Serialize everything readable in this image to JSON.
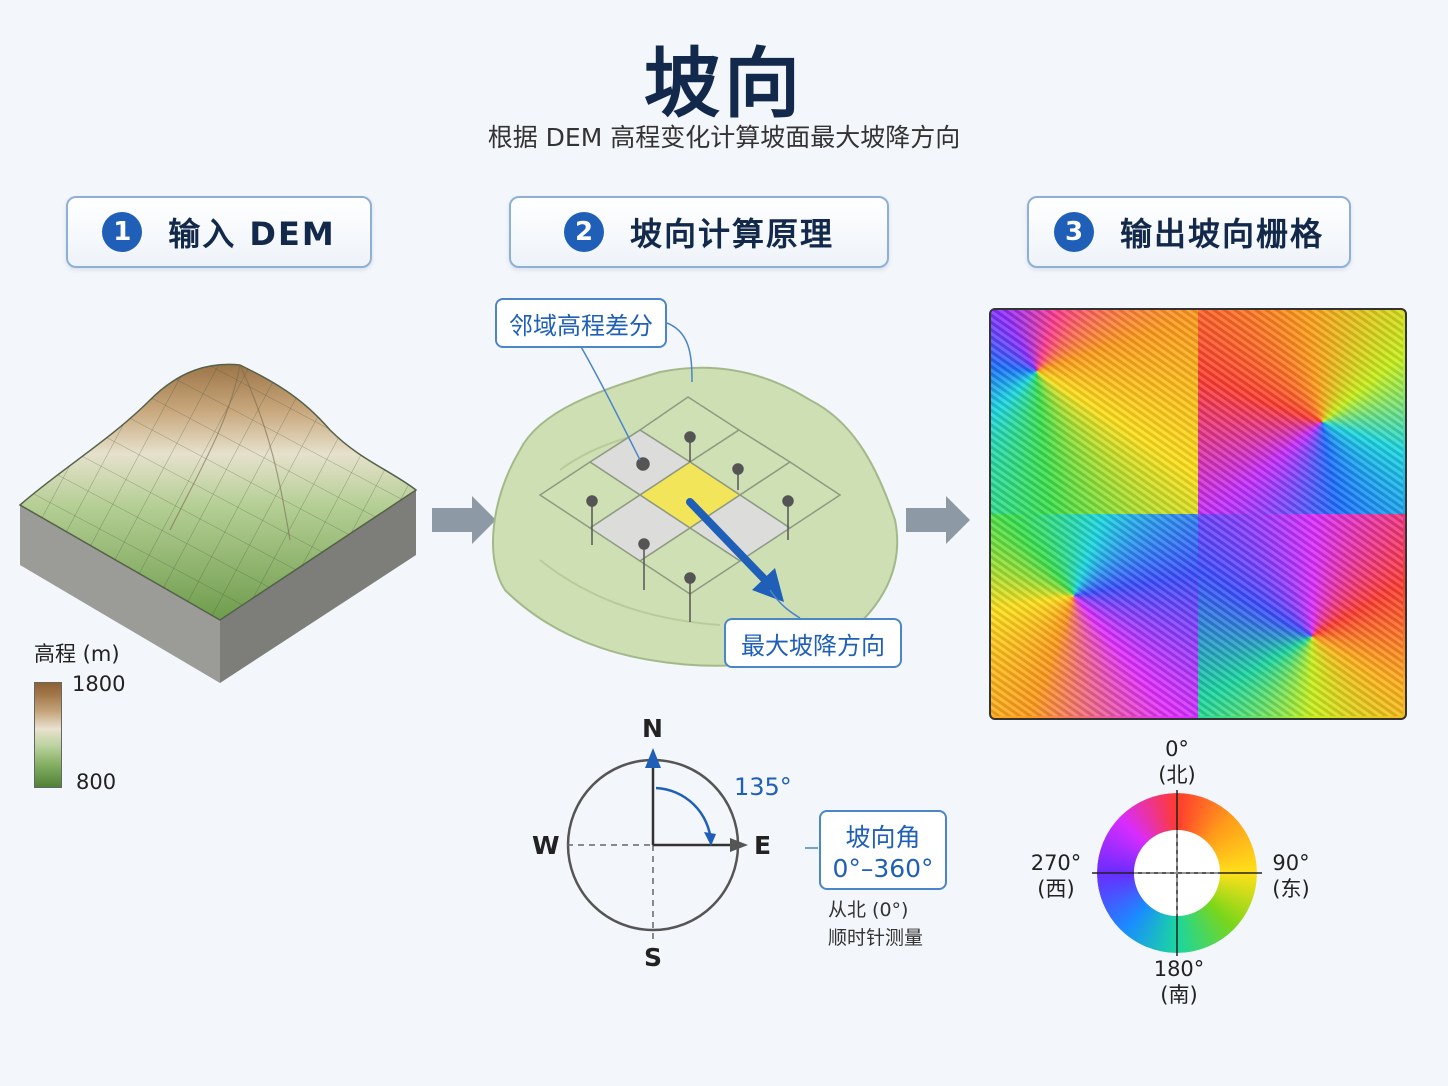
{
  "title": "坡向",
  "subtitle": "根据 DEM 高程变化计算坡面最大坡降方向",
  "steps": [
    {
      "num": "1",
      "label": "输入 DEM"
    },
    {
      "num": "2",
      "label": "坡向计算原理"
    },
    {
      "num": "3",
      "label": "输出坡向栅格"
    }
  ],
  "legend": {
    "title": "高程 (m)",
    "max": "1800",
    "min": "800"
  },
  "principle": {
    "neighbor_label": "邻域高程差分",
    "direction_label": "最大坡降方向"
  },
  "compass": {
    "north": "N",
    "south": "S",
    "east": "E",
    "west": "W",
    "angle_label": "135°",
    "angle_deg": 135
  },
  "aspect_box": {
    "title": "坡向角",
    "range": "0°–360°"
  },
  "aspect_note": {
    "line1": "从北 (0°)",
    "line2": "顺时针测量"
  },
  "wheel": {
    "north": "0°",
    "north_name": "(北)",
    "east": "90°",
    "east_name": "(东)",
    "south": "180°",
    "south_name": "(南)",
    "west": "270°",
    "west_name": "(西)"
  },
  "colors": {
    "accent": "#1f5fb8",
    "title": "#13294b",
    "highlight": "#f3e55a"
  }
}
